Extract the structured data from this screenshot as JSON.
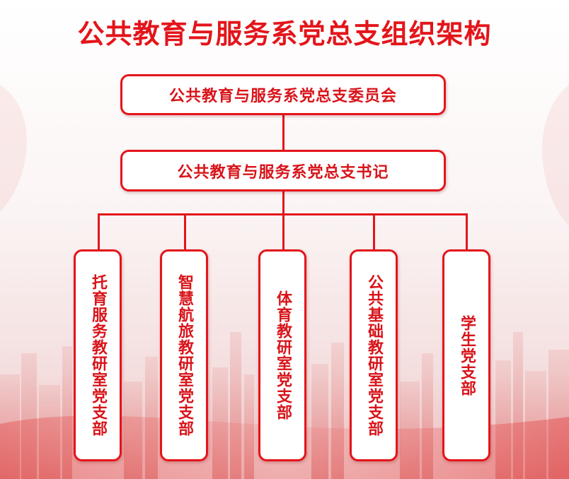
{
  "title": "公共教育与服务系党总支组织架构",
  "committee": "公共教育与服务系党总支委员会",
  "secretary": "公共教育与服务系党总支书记",
  "branches": [
    "托育服务教研室党支部",
    "智慧航旅教研室党支部",
    "体育教研室党支部",
    "公共基础教研室党支部",
    "学生党支部"
  ],
  "colors": {
    "accent": "#e3151b",
    "box_fill": "#ffffff"
  }
}
